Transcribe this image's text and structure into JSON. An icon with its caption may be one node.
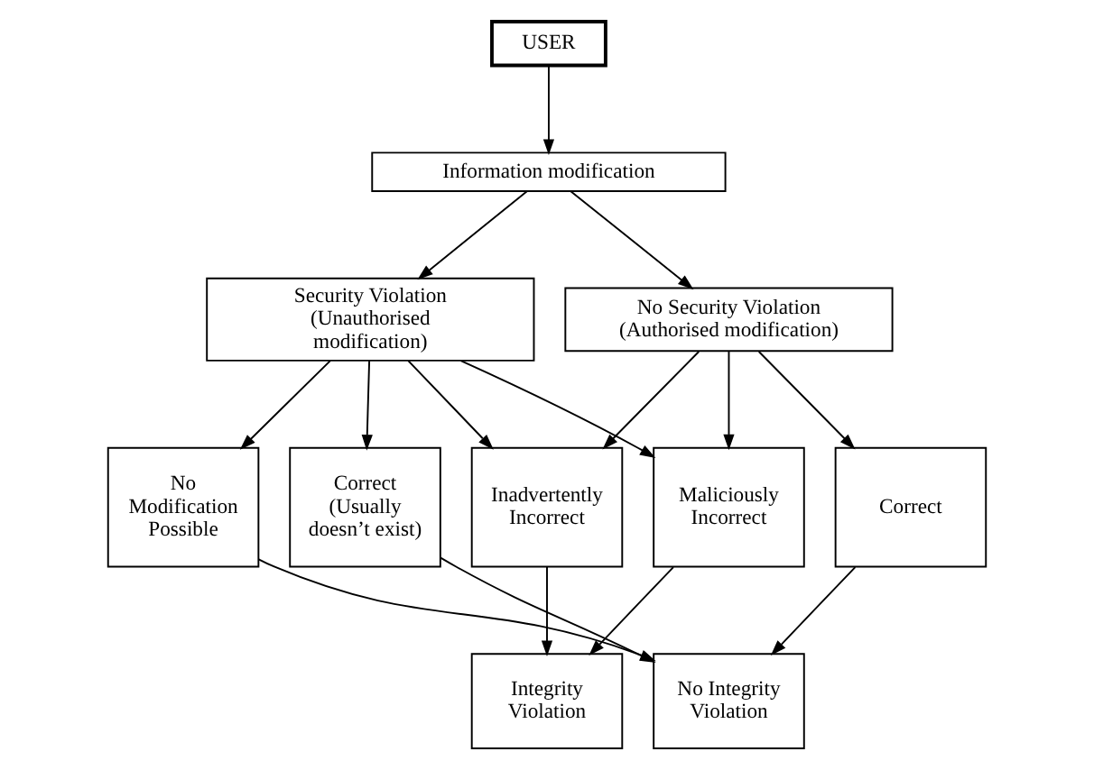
{
  "diagram": {
    "nodes": [
      {
        "text": [
          "USER"
        ]
      },
      {
        "text": [
          "Information modification"
        ]
      },
      {
        "text": [
          "Security Violation (Unauthorised modification)"
        ]
      },
      {
        "text": [
          "No Security Violation (Authorised modification)"
        ]
      },
      {
        "text": [
          "No Modification Possible"
        ]
      },
      {
        "text": [
          "Correct (Usually doesn’t exist)"
        ]
      },
      {
        "text": [
          "Inadvertently Incorrect"
        ]
      },
      {
        "text": [
          "Maliciously Incorrect"
        ]
      },
      {
        "text": [
          "Correct"
        ]
      },
      {
        "text": [
          "Integrity Violation"
        ]
      },
      {
        "text": [
          "No Integrity Violation"
        ]
      }
    ],
    "edges": [
      {
        "from": 0,
        "to": 1,
        "arrow": "to"
      },
      {
        "from": 1,
        "to": 2,
        "arrow": "to"
      },
      {
        "from": 1,
        "to": 3,
        "arrow": "to"
      },
      {
        "from": 2,
        "to": 4,
        "arrow": "to"
      },
      {
        "from": 2,
        "to": 5,
        "arrow": "to"
      },
      {
        "from": 2,
        "to": 6,
        "arrow": "to"
      },
      {
        "from": 2,
        "to": 7,
        "arrow": "to"
      },
      {
        "from": 3,
        "to": 6,
        "arrow": "to"
      },
      {
        "from": 3,
        "to": 7,
        "arrow": "to"
      },
      {
        "from": 3,
        "to": 8,
        "arrow": "to"
      },
      {
        "from": 4,
        "to": 10,
        "arrow": "to"
      },
      {
        "from": 5,
        "to": 10,
        "arrow": "to"
      },
      {
        "from": 6,
        "to": 9,
        "arrow": "to"
      },
      {
        "from": 7,
        "to": 9,
        "arrow": "to"
      },
      {
        "from": 8,
        "to": 10,
        "arrow": "to"
      }
    ]
  }
}
